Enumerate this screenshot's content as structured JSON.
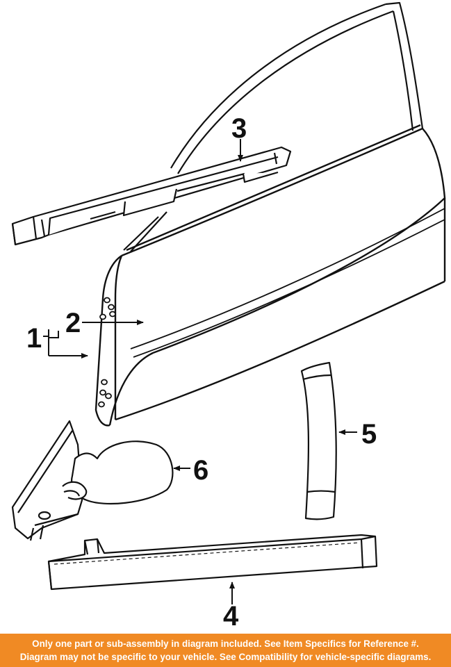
{
  "diagram": {
    "callouts": [
      {
        "id": "1",
        "label": "1"
      },
      {
        "id": "2",
        "label": "2"
      },
      {
        "id": "3",
        "label": "3"
      },
      {
        "id": "4",
        "label": "4"
      },
      {
        "id": "5",
        "label": "5"
      },
      {
        "id": "6",
        "label": "6"
      }
    ]
  },
  "notice": {
    "line1": "Only one part or sub-assembly in diagram included. See Item Specifics for Reference #.",
    "line2": "Diagram may not be specific to your vehicle. See Compatibility for vehicle-specific diagrams.",
    "background_color": "#f08a24",
    "text_color": "#ffffff"
  }
}
